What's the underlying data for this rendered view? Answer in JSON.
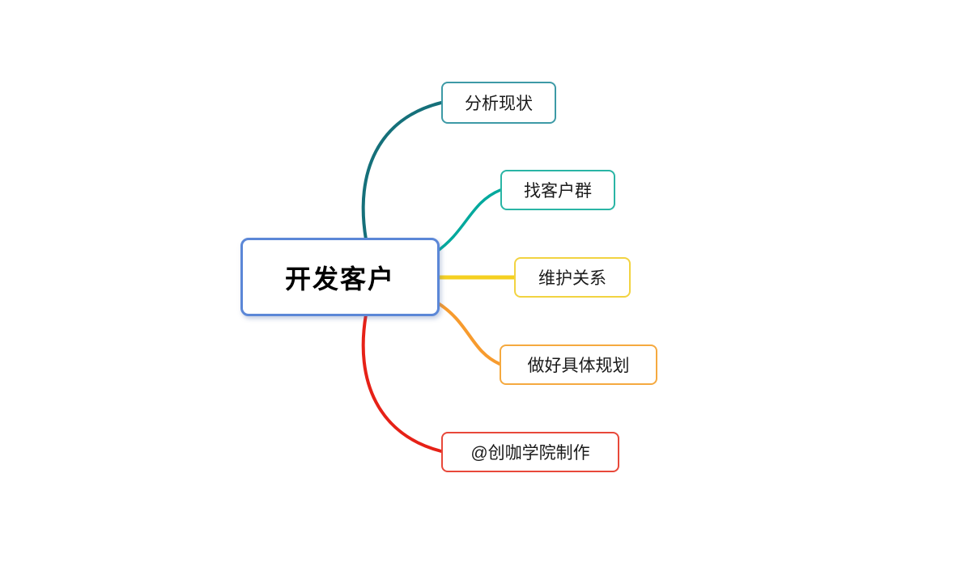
{
  "canvas": {
    "background": "#ffffff"
  },
  "root": {
    "label": "开发客户",
    "border_color": "#5b87d7",
    "text_color": "#000000"
  },
  "branches": [
    {
      "id": "analyze-current-situation",
      "label": "分析现状",
      "border_color": "#3d9aa6",
      "line_color": "#15707a"
    },
    {
      "id": "find-customer-groups",
      "label": "找客户群",
      "border_color": "#2ab5a5",
      "line_color": "#00a99d"
    },
    {
      "id": "maintain-relationships",
      "label": "维护关系",
      "border_color": "#f2d341",
      "line_color": "#f5d020"
    },
    {
      "id": "make-concrete-plans",
      "label": "做好具体规划",
      "border_color": "#f5a93f",
      "line_color": "#f79b2e"
    },
    {
      "id": "credit-chuangka-academy",
      "label": "@创咖学院制作",
      "border_color": "#e8483a",
      "line_color": "#e62117"
    }
  ]
}
